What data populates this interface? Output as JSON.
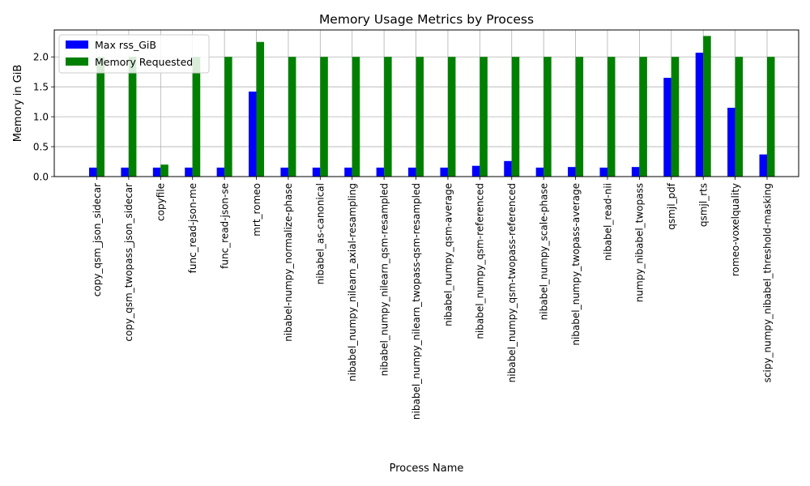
{
  "chart_data": {
    "type": "bar",
    "title": "Memory Usage Metrics by Process",
    "xlabel": "Process Name",
    "ylabel": "Memory in GiB",
    "ylim": [
      0,
      2.45
    ],
    "yticks": [
      0.0,
      0.5,
      1.0,
      1.5,
      2.0
    ],
    "ytick_labels": [
      "0.0",
      "0.5",
      "1.0",
      "1.5",
      "2.0"
    ],
    "grid": true,
    "legend_position": "top-left",
    "categories": [
      "copy_qsm_json_sidecar",
      "copy_qsm_twopass_json_sidecar",
      "copyfile",
      "func_read-json-me",
      "func_read-json-se",
      "mrt_romeo",
      "nibabel-numpy_normalize-phase",
      "nibabel_as-canonical",
      "nibabel_numpy_nilearn_axial-resampling",
      "nibabel_numpy_nilearn_qsm-resampled",
      "nibabel_numpy_nilearn_twopass-qsm-resampled",
      "nibabel_numpy_qsm-average",
      "nibabel_numpy_qsm-referenced",
      "nibabel_numpy_qsm-twopass-referenced",
      "nibabel_numpy_scale-phase",
      "nibabel_numpy_twopass-average",
      "nibabel_read-nii",
      "numpy_nibabel_twopass",
      "qsmjl_pdf",
      "qsmjl_rts",
      "romeo-voxelquality",
      "scipy_numpy_nibabel_threshold-masking"
    ],
    "series": [
      {
        "name": "Max rss_GiB",
        "color": "#0000ff",
        "values": [
          0.15,
          0.15,
          0.15,
          0.15,
          0.15,
          1.42,
          0.15,
          0.15,
          0.15,
          0.15,
          0.15,
          0.15,
          0.18,
          0.26,
          0.15,
          0.16,
          0.15,
          0.16,
          1.65,
          2.07,
          1.15,
          0.37
        ]
      },
      {
        "name": "Memory Requested",
        "color": "#008000",
        "values": [
          2.0,
          2.0,
          0.2,
          2.0,
          2.0,
          2.25,
          2.0,
          2.0,
          2.0,
          2.0,
          2.0,
          2.0,
          2.0,
          2.0,
          2.0,
          2.0,
          2.0,
          2.0,
          2.0,
          2.35,
          2.0,
          2.0
        ]
      }
    ]
  }
}
